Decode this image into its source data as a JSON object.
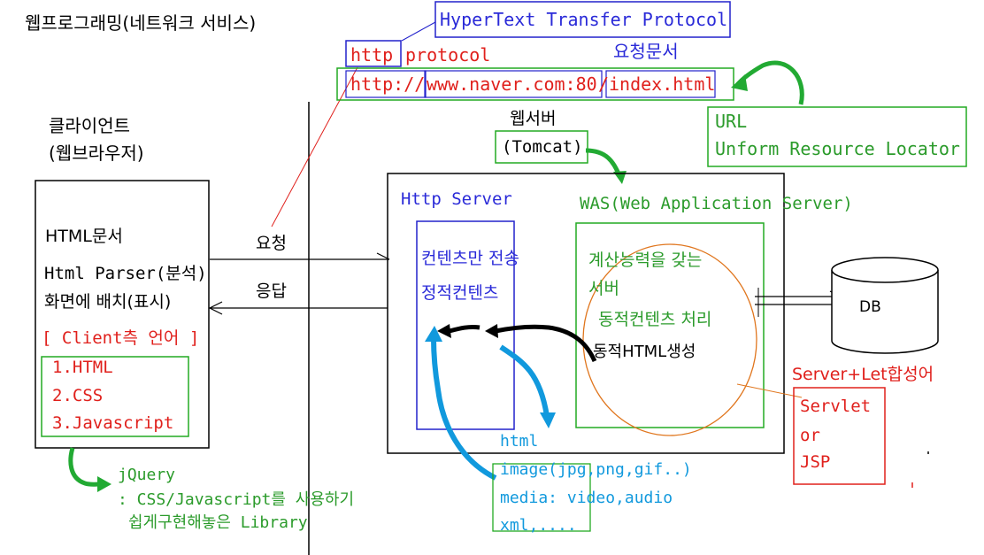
{
  "colors": {
    "black": "#000000",
    "red": "#e0201c",
    "blue": "#2a2ad8",
    "green": "#2b9b2b",
    "box_green": "#22aa22",
    "box_blue": "#2222cc",
    "orange": "#e0761e",
    "arrow_blue": "#1199dd",
    "arrow_green": "#22aa33"
  },
  "title": "웹프로그래밍(네트워크 서비스)",
  "protocol": {
    "full_name": "HyperText Transfer Protocol",
    "http_word": "http",
    "protocol_word": "protocol",
    "request_doc": "요청문서",
    "url_scheme": "http://",
    "url_host": "www.naver.com:80",
    "url_sep": "/",
    "url_path": "index.html"
  },
  "url_box": {
    "line1": "URL",
    "line2": "Unform Resource Locator"
  },
  "client": {
    "label_line1": "클라이언트",
    "label_line2": "(웹브라우저)",
    "html_doc": "HTML문서",
    "parser": "Html Parser(분석)",
    "display": "화면에 배치(표시)",
    "client_lang": "[ Client측 언어 ]",
    "langs": [
      "1.HTML",
      "2.CSS",
      "3.Javascript"
    ]
  },
  "jquery": {
    "title": "jQuery",
    "desc1": ": CSS/Javascript를 사용하기",
    "desc2": "쉽게구현해놓은 Library"
  },
  "flow": {
    "request": "요청",
    "response": "응답"
  },
  "webserver": {
    "label": "웹서버",
    "tomcat": "(Tomcat)"
  },
  "http_server": {
    "title": "Http Server",
    "content_only": "컨텐츠만 전송",
    "static": "정적컨텐츠"
  },
  "was": {
    "title": "WAS(Web Application Server)",
    "line1": "계산능력을 갖는",
    "line2": "서버",
    "dynamic": "동적컨텐츠 처리",
    "dynamic_html": "동적HTML생성"
  },
  "db": {
    "label": "DB"
  },
  "servlet": {
    "title": "Server+Let합성어",
    "items": [
      "Servlet",
      "or",
      "JSP"
    ]
  },
  "static_types": {
    "items": [
      "html",
      "image(jpg,png,gif..)",
      "media: video,audio",
      "xml,...."
    ]
  }
}
